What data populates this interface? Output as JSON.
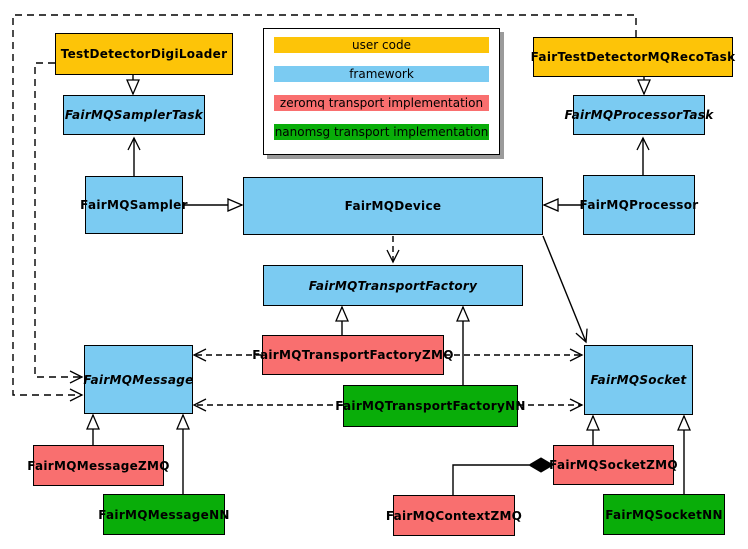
{
  "colors": {
    "user_code": "#FDC408",
    "framework": "#7BCBF2",
    "zeromq": "#F96F6F",
    "nanomsg": "#09AD09"
  },
  "legend": {
    "items": [
      {
        "label": "user code",
        "category": "user_code"
      },
      {
        "label": "framework",
        "category": "framework"
      },
      {
        "label": "zeromq transport implementation",
        "category": "zeromq"
      },
      {
        "label": "nanomsg transport implementation",
        "category": "nanomsg"
      }
    ]
  },
  "nodes": {
    "TestDetectorDigiLoader": {
      "label": "TestDetectorDigiLoader",
      "category": "user_code",
      "abstract": false
    },
    "FairTestDetectorMQRecoTask": {
      "label": "FairTestDetectorMQRecoTask",
      "category": "user_code",
      "abstract": false
    },
    "FairMQSamplerTask": {
      "label": "FairMQSamplerTask",
      "category": "framework",
      "abstract": true
    },
    "FairMQProcessorTask": {
      "label": "FairMQProcessorTask",
      "category": "framework",
      "abstract": true
    },
    "FairMQSampler": {
      "label": "FairMQSampler",
      "category": "framework",
      "abstract": false
    },
    "FairMQDevice": {
      "label": "FairMQDevice",
      "category": "framework",
      "abstract": false
    },
    "FairMQProcessor": {
      "label": "FairMQProcessor",
      "category": "framework",
      "abstract": false
    },
    "FairMQTransportFactory": {
      "label": "FairMQTransportFactory",
      "category": "framework",
      "abstract": true
    },
    "FairMQTransportFactoryZMQ": {
      "label": "FairMQTransportFactoryZMQ",
      "category": "zeromq",
      "abstract": false
    },
    "FairMQTransportFactoryNN": {
      "label": "FairMQTransportFactoryNN",
      "category": "nanomsg",
      "abstract": false
    },
    "FairMQMessage": {
      "label": "FairMQMessage",
      "category": "framework",
      "abstract": true
    },
    "FairMQSocket": {
      "label": "FairMQSocket",
      "category": "framework",
      "abstract": true
    },
    "FairMQMessageZMQ": {
      "label": "FairMQMessageZMQ",
      "category": "zeromq",
      "abstract": false
    },
    "FairMQMessageNN": {
      "label": "FairMQMessageNN",
      "category": "nanomsg",
      "abstract": false
    },
    "FairMQContextZMQ": {
      "label": "FairMQContextZMQ",
      "category": "zeromq",
      "abstract": false
    },
    "FairMQSocketZMQ": {
      "label": "FairMQSocketZMQ",
      "category": "zeromq",
      "abstract": false
    },
    "FairMQSocketNN": {
      "label": "FairMQSocketNN",
      "category": "nanomsg",
      "abstract": false
    }
  },
  "relationships": [
    {
      "from": "TestDetectorDigiLoader",
      "to": "FairMQSamplerTask",
      "type": "generalization"
    },
    {
      "from": "FairTestDetectorMQRecoTask",
      "to": "FairMQProcessorTask",
      "type": "generalization"
    },
    {
      "from": "FairMQSampler",
      "to": "FairMQDevice",
      "type": "generalization"
    },
    {
      "from": "FairMQProcessor",
      "to": "FairMQDevice",
      "type": "generalization"
    },
    {
      "from": "FairMQTransportFactoryZMQ",
      "to": "FairMQTransportFactory",
      "type": "generalization"
    },
    {
      "from": "FairMQTransportFactoryNN",
      "to": "FairMQTransportFactory",
      "type": "generalization"
    },
    {
      "from": "FairMQMessageZMQ",
      "to": "FairMQMessage",
      "type": "generalization"
    },
    {
      "from": "FairMQMessageNN",
      "to": "FairMQMessage",
      "type": "generalization"
    },
    {
      "from": "FairMQSocketZMQ",
      "to": "FairMQSocket",
      "type": "generalization"
    },
    {
      "from": "FairMQSocketNN",
      "to": "FairMQSocket",
      "type": "generalization"
    },
    {
      "from": "FairMQSampler",
      "to": "FairMQSamplerTask",
      "type": "association"
    },
    {
      "from": "FairMQProcessor",
      "to": "FairMQProcessorTask",
      "type": "association"
    },
    {
      "from": "FairMQDevice",
      "to": "FairMQSocket",
      "type": "association"
    },
    {
      "from": "FairMQDevice",
      "to": "FairMQTransportFactory",
      "type": "dependency"
    },
    {
      "from": "FairMQTransportFactoryZMQ",
      "to": "FairMQMessage",
      "type": "dependency"
    },
    {
      "from": "FairMQTransportFactoryZMQ",
      "to": "FairMQSocket",
      "type": "dependency"
    },
    {
      "from": "FairMQTransportFactoryNN",
      "to": "FairMQMessage",
      "type": "dependency"
    },
    {
      "from": "FairMQTransportFactoryNN",
      "to": "FairMQSocket",
      "type": "dependency"
    },
    {
      "from": "TestDetectorDigiLoader",
      "to": "FairMQMessage",
      "type": "dependency"
    },
    {
      "from": "FairTestDetectorMQRecoTask",
      "to": "FairMQMessage",
      "type": "dependency"
    },
    {
      "from": "FairMQSocketZMQ",
      "to": "FairMQContextZMQ",
      "type": "composition"
    }
  ]
}
